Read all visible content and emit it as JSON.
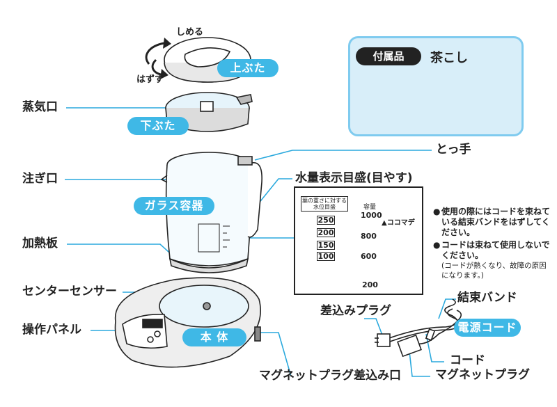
{
  "labels": {
    "shimeru": "しめる",
    "hazusu": "はずす",
    "kiteguchi": "蒸気口",
    "tsugiguchi": "注ぎ口",
    "kanetsuban": "加熱板",
    "center_sensor": "センターセンサー",
    "sousa_panel": "操作パネル",
    "totte": "とっ手",
    "suiryou": "水量表示目盛(目やす)",
    "sashikomi_plug": "差込みプラグ",
    "kessoku_band": "結束バンド",
    "code": "コード",
    "magnet_plug": "マグネットプラグ",
    "magnet_plug_sashikomi": "マグネットプラグ差込み口"
  },
  "pills": {
    "uwabuta": "上ぶた",
    "shitabuta": "下ぶた",
    "glass": "ガラス容器",
    "hontai": "本 体",
    "dengen_code": "電源コード"
  },
  "accessory": {
    "tag": "付属品",
    "name": "茶こし"
  },
  "scale": {
    "header_left_1": "葉の重さに対する",
    "header_left_2": "水位目盛",
    "header_right": "容量",
    "cap_1000": "1000",
    "koko_made": "▲ココマデ",
    "cap_800": "800",
    "cap_600": "600",
    "cap_200": "200",
    "leaf_250": "250",
    "leaf_200": "200",
    "leaf_150": "150",
    "leaf_100": "100"
  },
  "notes": {
    "bullet1": "使用の際にはコードを束ねている結束バンドをはずしてください。",
    "bullet2": "コードは束ねて使用しないでください。",
    "bullet2_sub": "(コードが熱くなり、故障の原因になります。)"
  },
  "colors": {
    "accent": "#3fb8e6",
    "leader": "#2aa9dd",
    "accessory_bg": "#d8eef9"
  }
}
